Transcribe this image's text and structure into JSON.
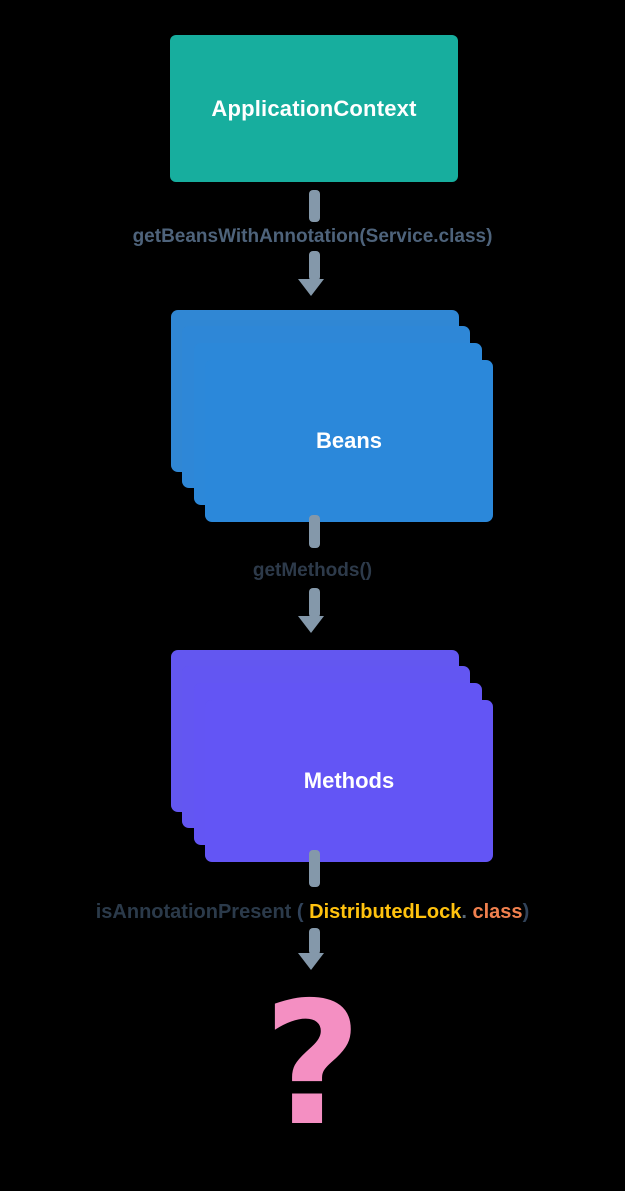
{
  "diagram": {
    "background_color": "#000000",
    "nodes": [
      {
        "id": "application-context",
        "label": "ApplicationContext",
        "shape": "rounded-rect",
        "color": "#17AE9E",
        "text_color": "#FFFFFF"
      },
      {
        "id": "beans",
        "label": "Beans",
        "shape": "card-stack",
        "stack_count": 4,
        "color": "#2B88DA",
        "text_color": "#FFFFFF"
      },
      {
        "id": "methods",
        "label": "Methods",
        "shape": "card-stack",
        "stack_count": 4,
        "color": "#6355F5",
        "text_color": "#FFFFFF"
      },
      {
        "id": "unknown",
        "label": "?",
        "shape": "glyph",
        "color": "#F48FC2"
      }
    ],
    "edges": [
      {
        "id": "edge-1",
        "from": "application-context",
        "to": "beans",
        "label": "getBeansWithAnnotation(Service.class)",
        "label_color": "#4E637B",
        "arrow_color": "#8498AA"
      },
      {
        "id": "edge-2",
        "from": "beans",
        "to": "methods",
        "label": "getMethods()",
        "label_color": "#2D3A4A",
        "arrow_color": "#8498AA"
      },
      {
        "id": "edge-3",
        "from": "methods",
        "to": "unknown",
        "arrow_color": "#8498AA",
        "label_parts": {
          "method": "isAnnotationPresent",
          "open_paren": "(",
          "annotation": "DistributedLock",
          "dot": ".",
          "class_keyword": "class",
          "close_paren": ")"
        },
        "label_colors": {
          "method": "#2B3A4A",
          "paren": "#31435A",
          "annotation": "#FFC20E",
          "dot": "#5A6A7A",
          "class_keyword": "#F0804E"
        }
      }
    ]
  }
}
